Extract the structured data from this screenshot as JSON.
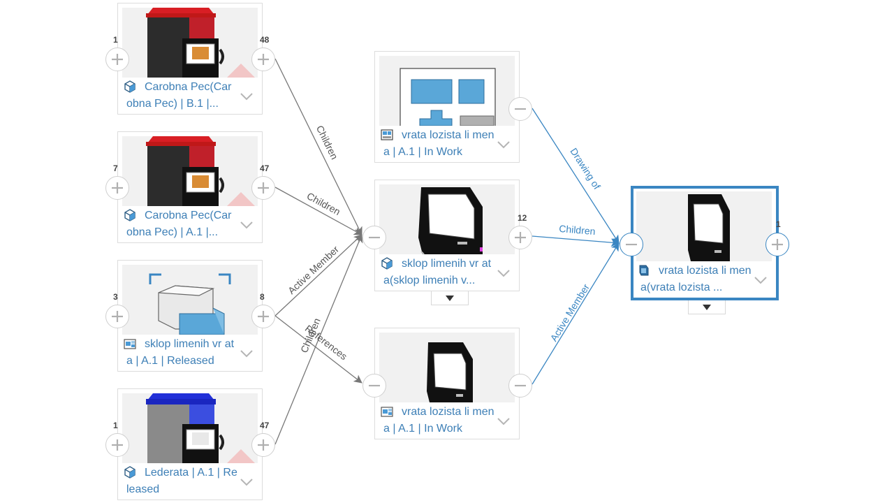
{
  "colors": {
    "accent": "#3a86c2",
    "link_text": "#3d7fb6",
    "edge_gray": "#777777"
  },
  "nodes": {
    "n1": {
      "title": "Carobna Pec(Car obna Pec) | B.1 |...",
      "count_left": "1",
      "count_right": "48",
      "type_icon": "part-cube-icon"
    },
    "n2": {
      "title": "Carobna Pec(Car obna Pec) | A.1 |...",
      "count_left": "7",
      "count_right": "47",
      "type_icon": "part-cube-icon"
    },
    "n3": {
      "title": "sklop limenih vr ata | A.1 | Released",
      "count_left": "3",
      "count_right": "8",
      "type_icon": "assembly-icon"
    },
    "n4": {
      "title": "Lederata | A.1 | Released",
      "count_left": "1",
      "count_right": "47",
      "type_icon": "part-cube-icon"
    },
    "m1": {
      "title": "vrata lozista li mena | A.1 | In Work",
      "type_icon": "drawing-icon"
    },
    "m2": {
      "title": "sklop limenih vr ata(sklop limenih v...",
      "count_right": "12",
      "type_icon": "part-cube-icon"
    },
    "m3": {
      "title": "vrata lozista li mena | A.1 | In Work",
      "type_icon": "assembly-icon"
    },
    "r1": {
      "title": "vrata lozista li mena(vrata lozista ...",
      "count_right": "1",
      "type_icon": "sheetmetal-part-icon"
    }
  },
  "edges": {
    "n1_m2": "Children",
    "n2_m2": "Children",
    "n3_m2": "Active Member",
    "n3_m3": "References",
    "n4_m2": "Children",
    "m1_r1": "Drawing of",
    "m2_r1": "Children",
    "m3_r1": "Active Member"
  }
}
